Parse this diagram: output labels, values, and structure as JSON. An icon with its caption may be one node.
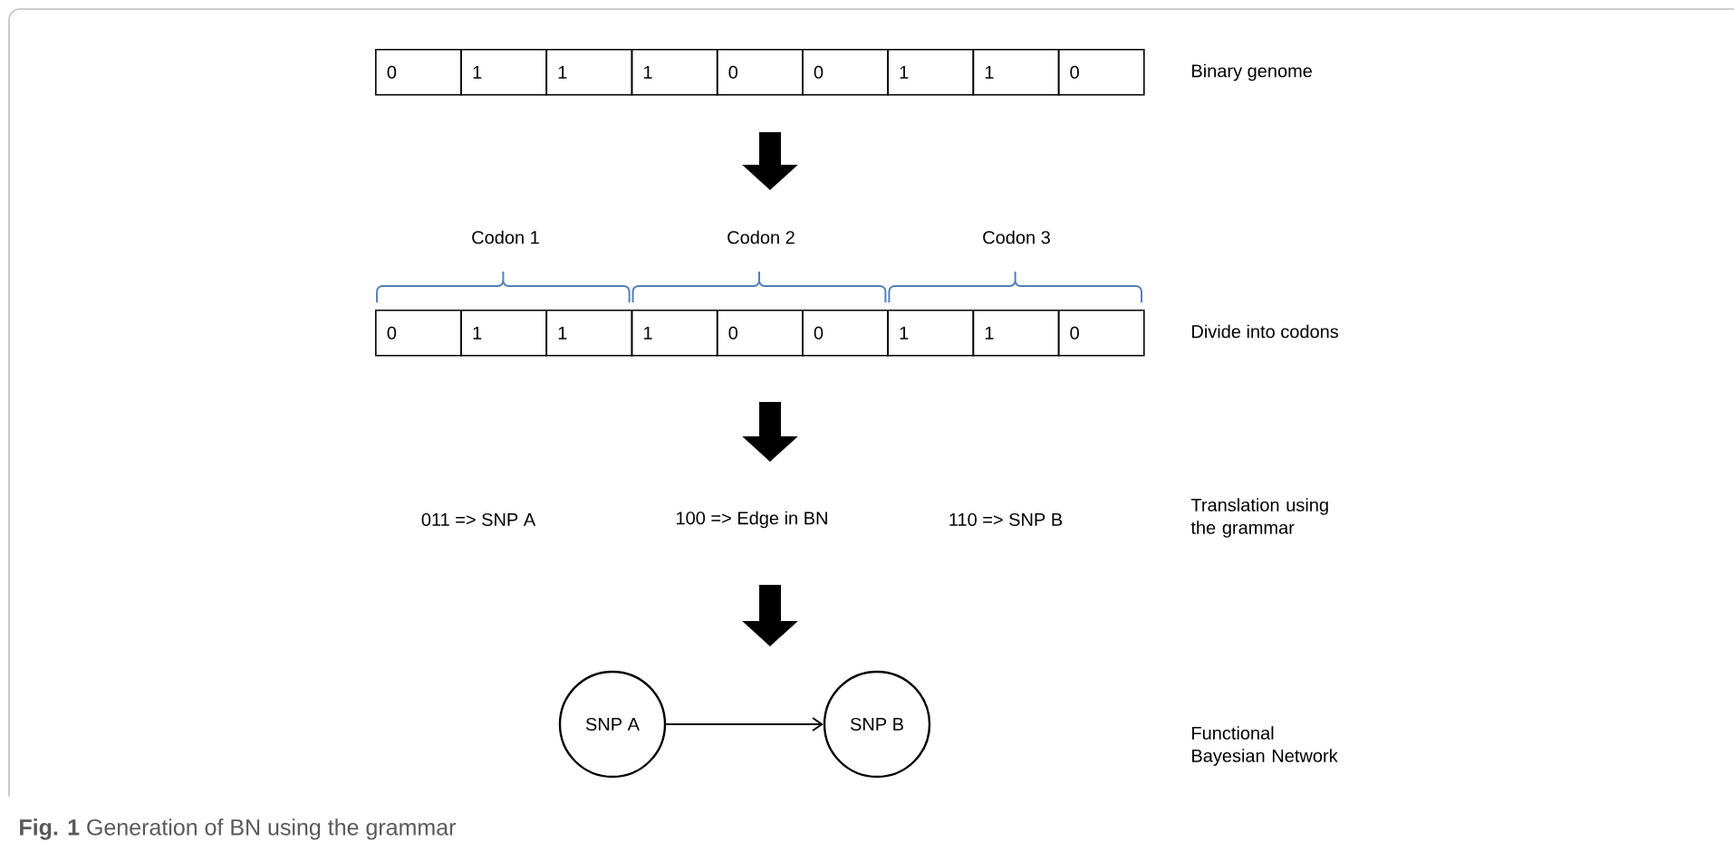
{
  "diagram": {
    "caption": "**Fig. 1** Generation of BN using the grammar",
    "nodes": [
      {
        "text": [
          "0"
        ]
      },
      {
        "text": [
          "1"
        ]
      },
      {
        "text": [
          "1"
        ]
      },
      {
        "text": [
          "1"
        ]
      },
      {
        "text": [
          "0"
        ]
      },
      {
        "text": [
          "0"
        ]
      },
      {
        "text": [
          "1"
        ]
      },
      {
        "text": [
          "1"
        ]
      },
      {
        "text": [
          "0"
        ]
      },
      {
        "text": [
          "0"
        ]
      },
      {
        "text": [
          "1"
        ]
      },
      {
        "text": [
          "1"
        ]
      },
      {
        "text": [
          "1"
        ]
      },
      {
        "text": [
          "0"
        ]
      },
      {
        "text": [
          "0"
        ]
      },
      {
        "text": [
          "1"
        ]
      },
      {
        "text": [
          "1"
        ]
      },
      {
        "text": [
          "0"
        ]
      },
      {
        "text": [
          "SNP A"
        ]
      },
      {
        "text": [
          "SNP B"
        ]
      }
    ],
    "edges": [
      {
        "from": 18,
        "to": 19,
        "arrow": "to"
      }
    ],
    "labels": [
      "Binary genome",
      "Codon 1",
      "Codon 2",
      "Codon 3",
      "Divide into codons",
      "011 => SNP A",
      "100 => Edge in BN",
      "110 => SNP B",
      "Translation using the grammar",
      "Functional Bayesian Network"
    ]
  }
}
